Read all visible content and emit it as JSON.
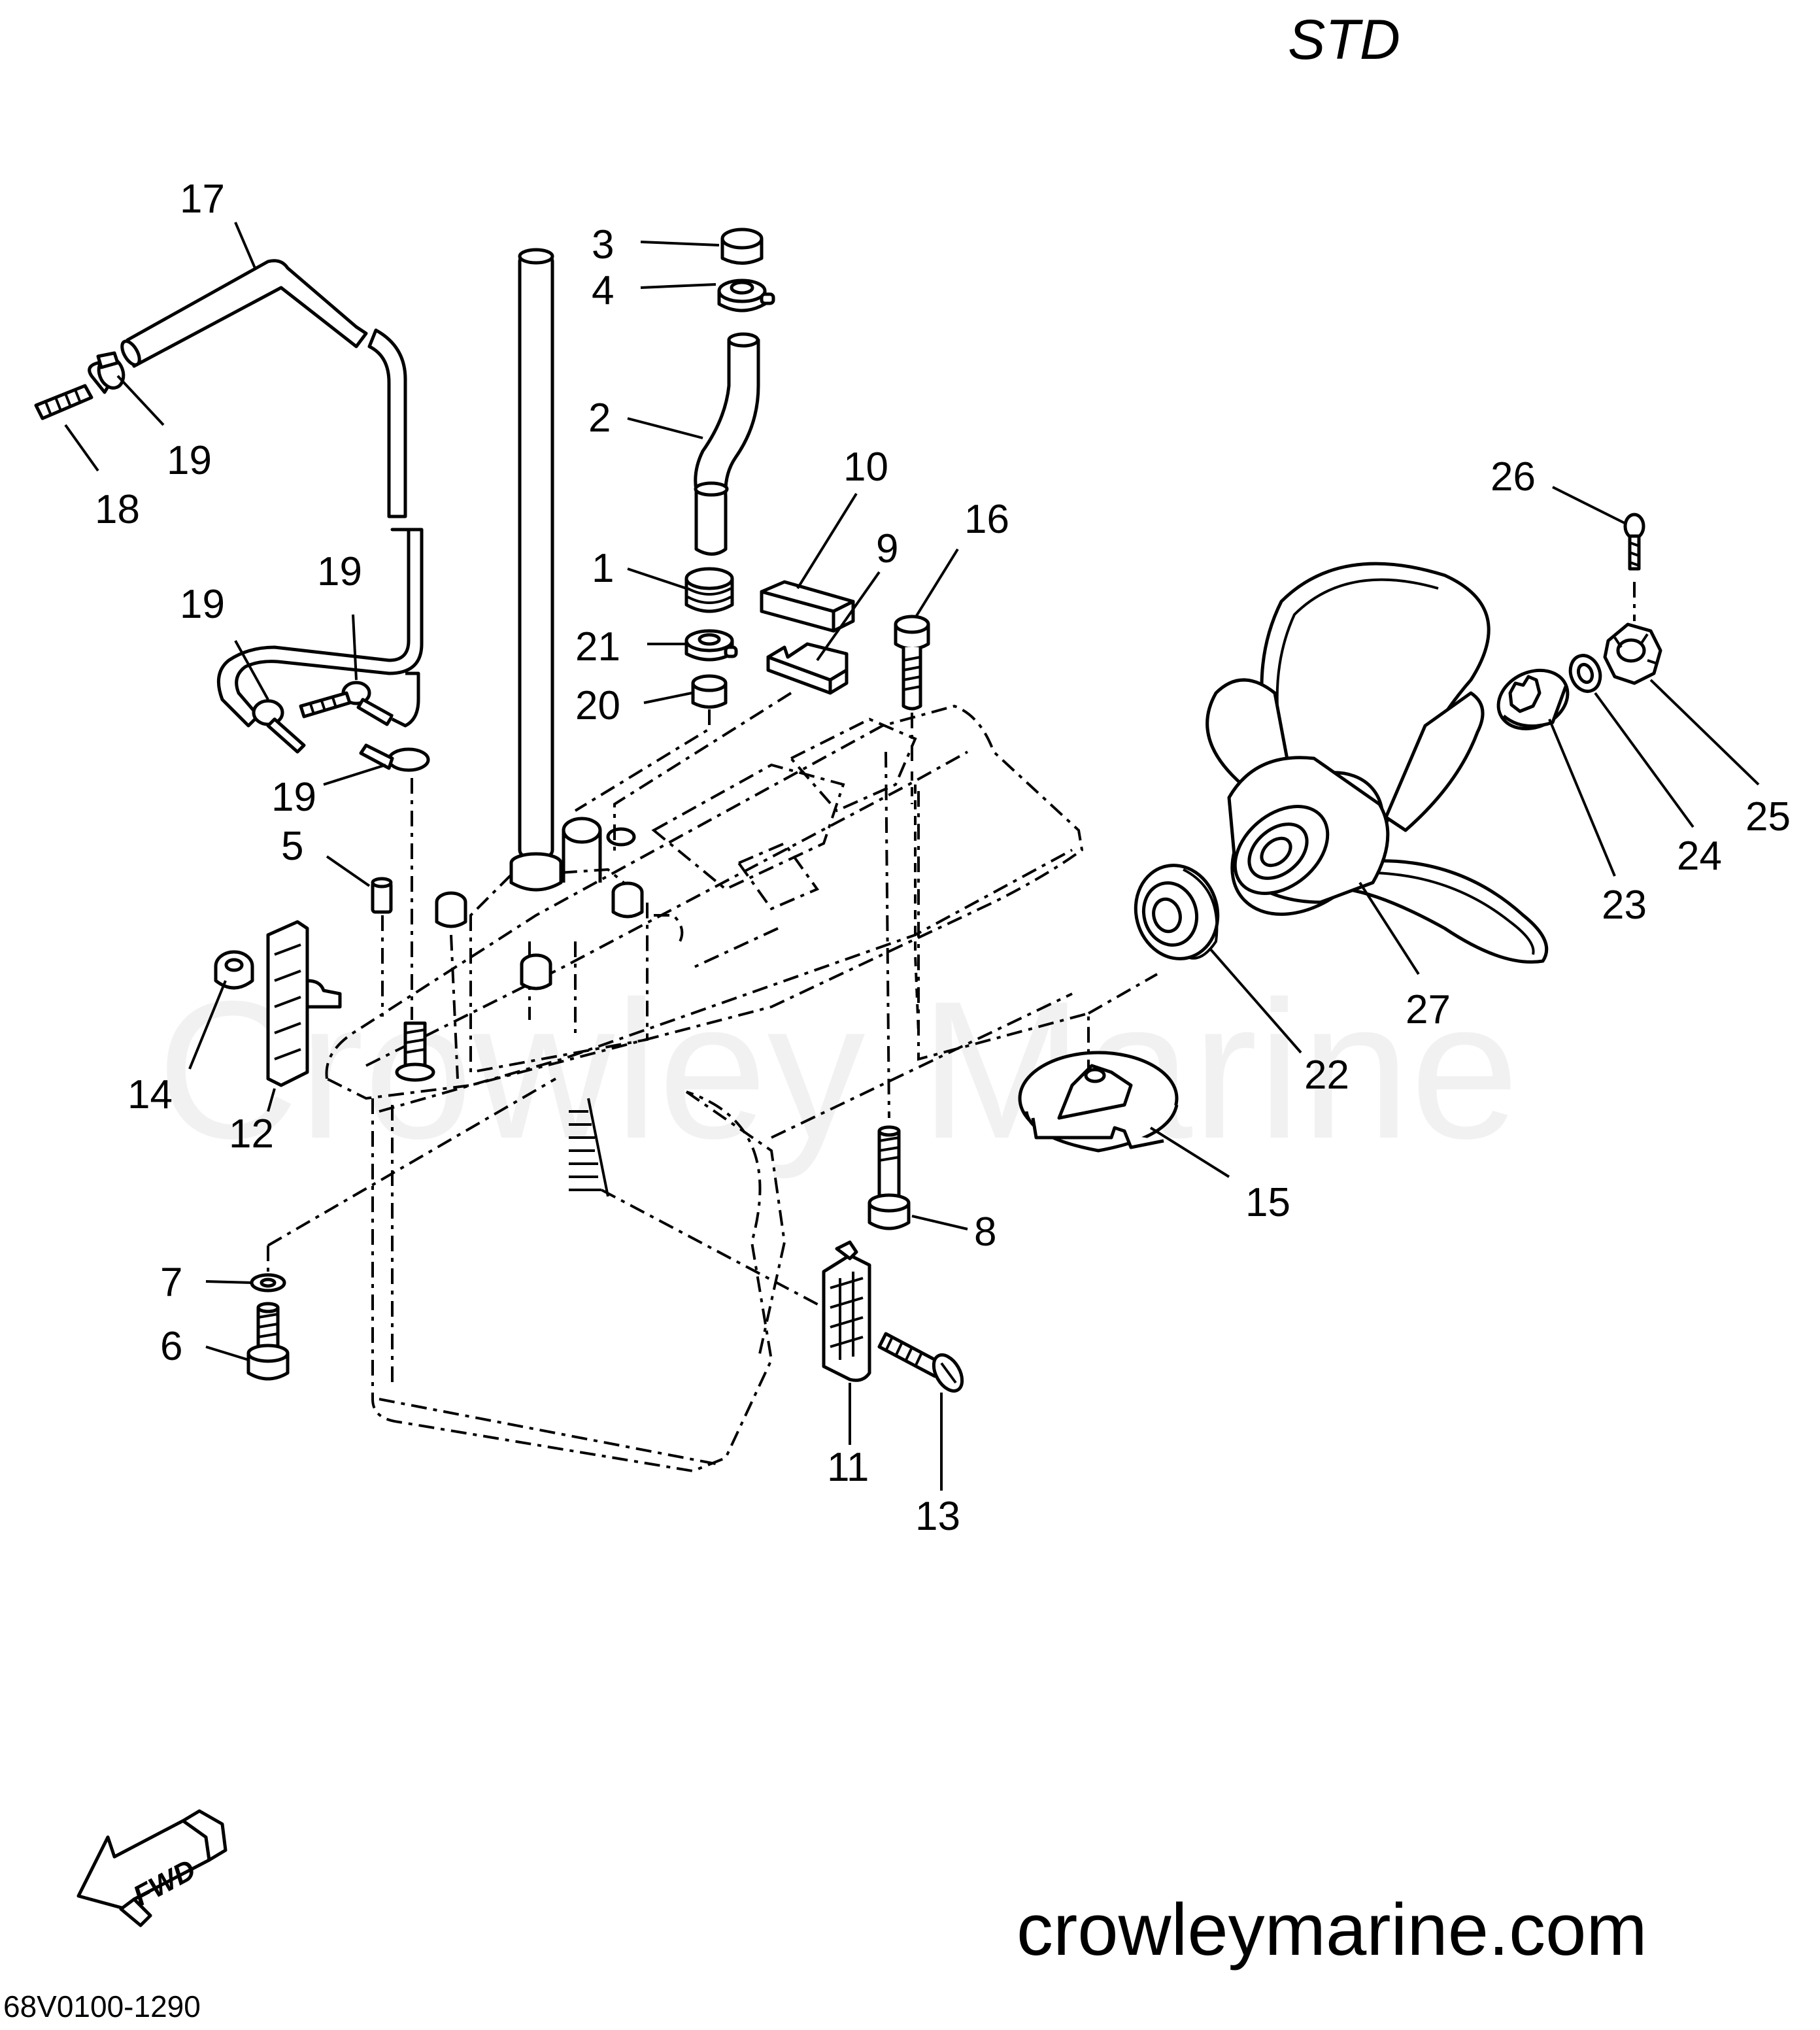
{
  "header": {
    "variant": "STD"
  },
  "watermark": "Crowley Marine",
  "footer": {
    "website": "crowleymarine.com",
    "diagram_code": "68V0100-1290"
  },
  "fwd_label": "FWD",
  "callouts": {
    "c1": "1",
    "c2": "2",
    "c3": "3",
    "c4": "4",
    "c5": "5",
    "c6": "6",
    "c7": "7",
    "c8": "8",
    "c9": "9",
    "c10": "10",
    "c11": "11",
    "c12": "12",
    "c13": "13",
    "c14": "14",
    "c15": "15",
    "c16": "16",
    "c17": "17",
    "c18": "18",
    "c19a": "19",
    "c19b": "19",
    "c19c": "19",
    "c19d": "19",
    "c20": "20",
    "c21": "21",
    "c22": "22",
    "c23": "23",
    "c24": "24",
    "c25": "25",
    "c26": "26",
    "c27": "27"
  }
}
